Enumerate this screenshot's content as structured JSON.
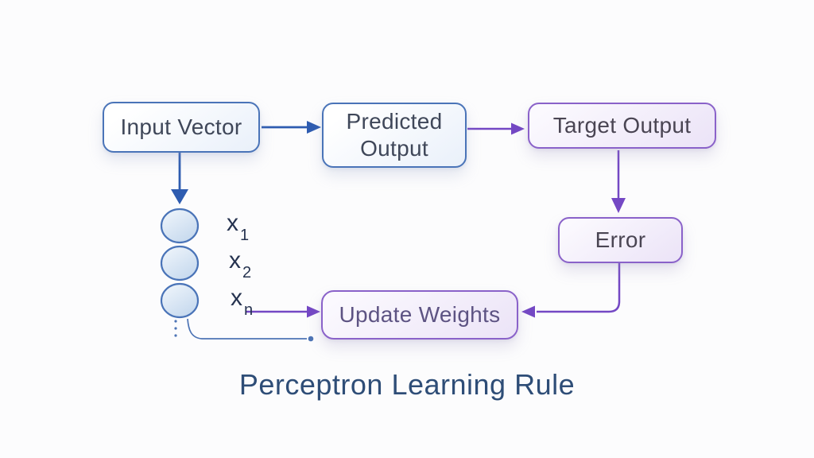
{
  "title": "Perceptron Learning Rule",
  "nodes": {
    "input_vector": {
      "label": "Input Vector"
    },
    "predicted_output": {
      "label": "Predicted Output"
    },
    "target_output": {
      "label": "Target Output"
    },
    "error": {
      "label": "Error"
    },
    "update_weights": {
      "label": "Update Weights"
    }
  },
  "input_units": [
    {
      "base": "x",
      "sub": "1"
    },
    {
      "base": "x",
      "sub": "2"
    },
    {
      "base": "x",
      "sub": "n"
    }
  ],
  "colors": {
    "background": "#fcfcfd",
    "blue_accent": "#2e5cb0",
    "purple_accent": "#7448c4",
    "blue_box_border": "#4a74b8",
    "purple_box_border": "#8a62c9",
    "thin_line_blue": "#4d74b5",
    "box_text_dark": "#3f4759",
    "purple_box_text": "#4a4553",
    "update_weights_text": "#5d5383",
    "input_label_color": "#263350",
    "title_color": "#2e4d77"
  }
}
